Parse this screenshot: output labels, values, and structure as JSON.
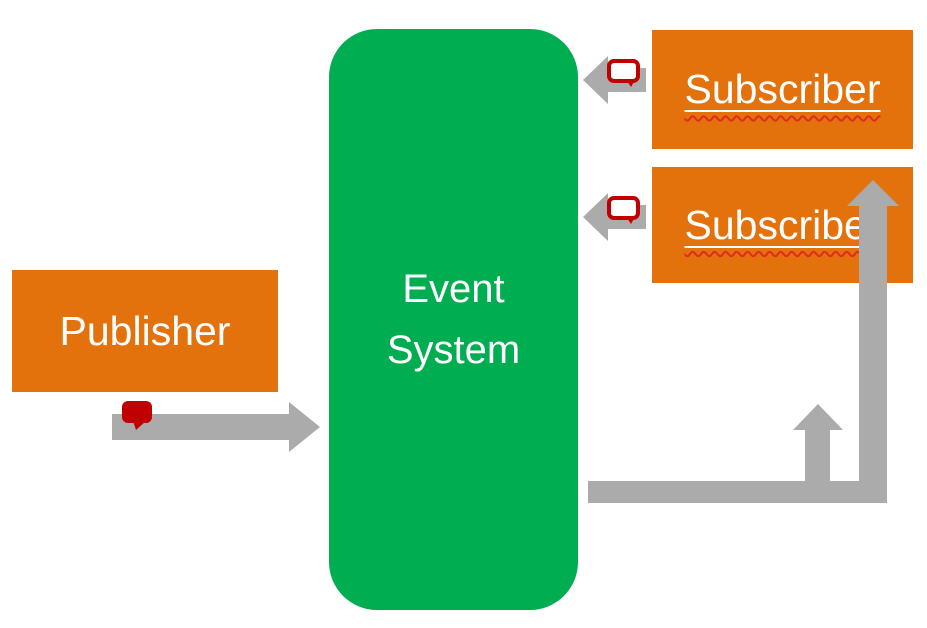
{
  "diagram": {
    "nodes": {
      "publisher": {
        "label": "Publisher"
      },
      "event_system": {
        "label_lines": [
          "Event",
          "System"
        ]
      },
      "subscriber_top": {
        "label": "Subscriber"
      },
      "subscriber_bottom": {
        "label": "Subscriber"
      }
    },
    "icons": {
      "publisher_message": "message-bubble-filled-icon",
      "subscriber_top_message": "message-bubble-outline-icon",
      "subscriber_bottom_message": "message-bubble-outline-icon"
    },
    "colors": {
      "node_orange": "#E4720C",
      "node_green": "#00AD50",
      "arrow_gray": "#ABABAB",
      "message_red": "#C00000",
      "bubble_fill_white": "#FFFFFF",
      "squiggle_red": "#E02B20",
      "text_white": "#FFFFFF",
      "background": "#FFFFFF"
    }
  }
}
